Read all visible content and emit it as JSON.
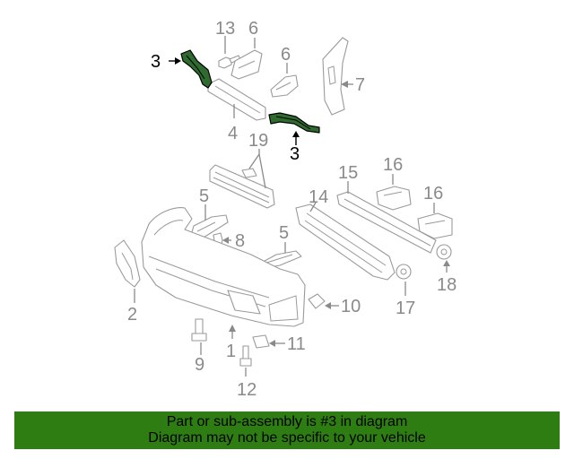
{
  "callouts": {
    "n1": "1",
    "n2": "2",
    "n3a": "3",
    "n3b": "3",
    "n4": "4",
    "n5a": "5",
    "n5b": "5",
    "n6a": "6",
    "n6b": "6",
    "n7": "7",
    "n8": "8",
    "n9": "9",
    "n10": "10",
    "n11": "11",
    "n12": "12",
    "n13": "13",
    "n14": "14",
    "n15": "15",
    "n16a": "16",
    "n16b": "16",
    "n17": "17",
    "n18": "18",
    "n19": "19"
  },
  "highlight_part": "3",
  "colors": {
    "highlight": "#2f6b2f",
    "banner": "#2e7d13",
    "line": "#9a9a9a"
  },
  "banner": {
    "line1": "Part or sub-assembly is #3 in diagram",
    "line2": "Diagram may not be specific to your vehicle"
  }
}
